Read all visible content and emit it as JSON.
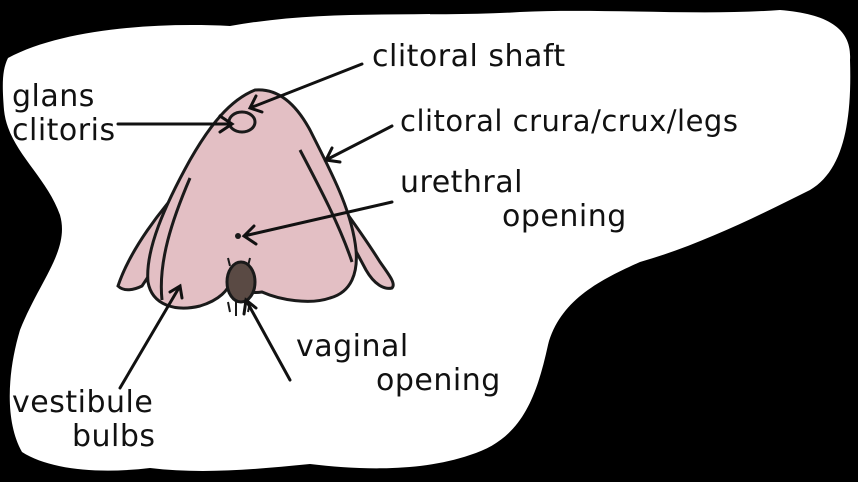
{
  "labels": {
    "glans_clitoris": [
      "glans",
      "clitoris"
    ],
    "clitoral_shaft": "clitoral shaft",
    "clitoral_crura": "clitoral crura/crux/legs",
    "urethral_opening": [
      "urethral",
      "opening"
    ],
    "vaginal_opening": [
      "vaginal",
      "opening"
    ],
    "vestibule_bulbs": [
      "vestibule",
      "bulbs"
    ]
  },
  "colors": {
    "background": "#000000",
    "paper": "#ffffff",
    "tissue_fill": "#e3bfc4",
    "tissue_stroke": "#1a1a1a",
    "text": "#111111"
  }
}
